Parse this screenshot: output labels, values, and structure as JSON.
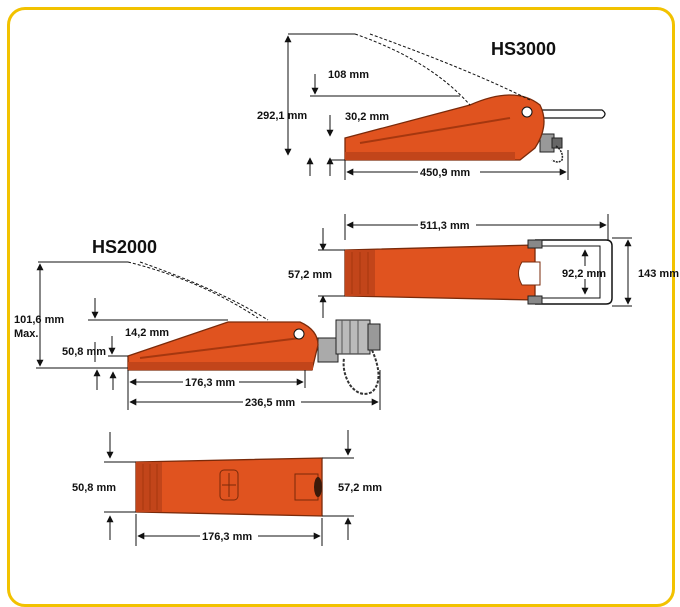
{
  "colors": {
    "frame": "#f2c200",
    "body": "#e0531f",
    "body_dark": "#a5370f",
    "body_light": "#f06d35",
    "line": "#111111"
  },
  "hs3000": {
    "title": "HS3000",
    "dim_height": "292,1 mm",
    "dim_108": "108 mm",
    "dim_30": "30,2 mm",
    "dim_length": "450,9 mm"
  },
  "hs2000": {
    "title": "HS2000",
    "dim_height": "101,6 mm",
    "dim_max": "Max.",
    "dim_142": "14,2 mm",
    "dim_508": "50,8 mm",
    "dim_1763": "176,3 mm",
    "dim_2365": "236,5 mm"
  },
  "top_view": {
    "dim_5113": "511,3 mm",
    "dim_572": "57,2 mm",
    "dim_922": "92,2 mm",
    "dim_143": "143 mm"
  },
  "bottom_view": {
    "dim_508": "50,8 mm",
    "dim_572": "57,2 mm",
    "dim_1763": "176,3 mm"
  }
}
